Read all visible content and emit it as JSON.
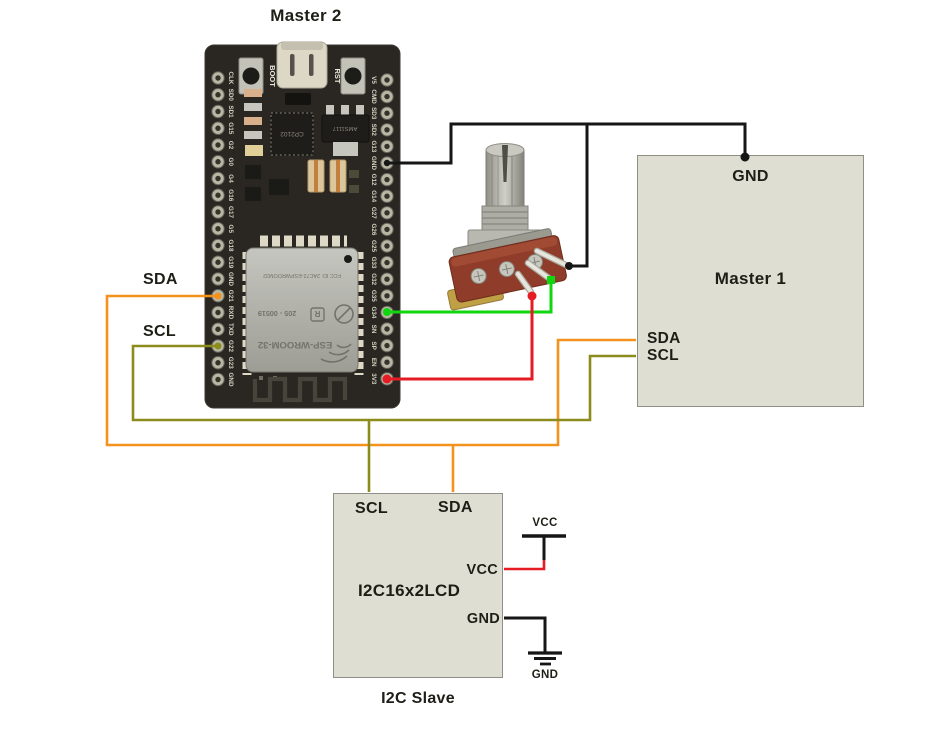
{
  "diagram": {
    "master2_title": "Master 2",
    "i2c_slave_caption": "I2C Slave",
    "sda_label": "SDA",
    "scl_label": "SCL"
  },
  "master1": {
    "gnd": "GND",
    "title": "Master 1",
    "sda": "SDA",
    "scl": "SCL"
  },
  "i2c_lcd": {
    "scl": "SCL",
    "sda": "SDA",
    "title": "I2C16x2LCD",
    "vcc": "VCC",
    "gnd": "GND"
  },
  "power": {
    "vcc": "VCC",
    "gnd": "GND"
  },
  "esp32": {
    "boot": "BOOT",
    "rst": "RST",
    "shield_fcc": "FCC ID: 2AC72-ESPWROOM32",
    "shield_serial": "205 - 00519",
    "shield_r_mark": "R",
    "shield_model": "ESP-WROOM-32",
    "usb_chip": "CP2102",
    "regulator": "AMS1117",
    "left_pins": [
      "CLK",
      "SD0",
      "SD1",
      "G15",
      "G2",
      "G0",
      "G4",
      "G16",
      "G17",
      "G5",
      "G18",
      "G19",
      "GND",
      "G21",
      "RXD",
      "TXD",
      "G22",
      "G23",
      "GND"
    ],
    "right_pins": [
      "V5",
      "CMD",
      "SD3",
      "SD2",
      "G13",
      "GND",
      "G12",
      "G14",
      "G27",
      "G26",
      "G25",
      "G33",
      "G32",
      "G35",
      "G34",
      "SN",
      "SP",
      "EN",
      "3V3"
    ]
  },
  "colors": {
    "sda": "#F5921E",
    "scl": "#8C8C1C",
    "v33": "#E51C23",
    "signal": "#0FD60F",
    "ground": "#161616",
    "box_fill": "#DEDFD2",
    "box_border": "#8F8F85"
  }
}
